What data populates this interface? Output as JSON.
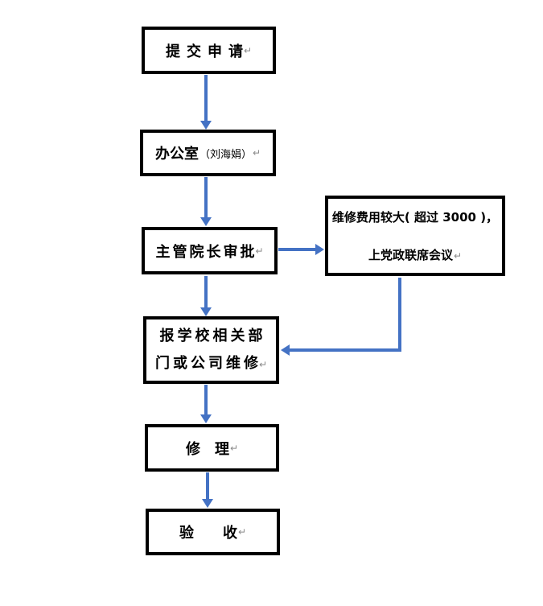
{
  "colors": {
    "background": "#ffffff",
    "box_border": "#000000",
    "arrow": "#4472C4",
    "return_mark": "#8a8a8a"
  },
  "marks": {
    "paragraph_return": "↵"
  },
  "flowchart": {
    "nodes": {
      "submit": {
        "label": "提交申请"
      },
      "office": {
        "label": "办公室",
        "sublabel": "（刘海娟）"
      },
      "dean_approval": {
        "label": "主管院长审批"
      },
      "joint_meeting": {
        "line1": "维修费用较大( 超过 3000 )，",
        "line2": "上党政联席会议"
      },
      "report_repair": {
        "line1": "报学校相关部",
        "line2": "门或公司维修"
      },
      "repair": {
        "label": "修　理"
      },
      "acceptance": {
        "label": "验　　收"
      }
    }
  }
}
